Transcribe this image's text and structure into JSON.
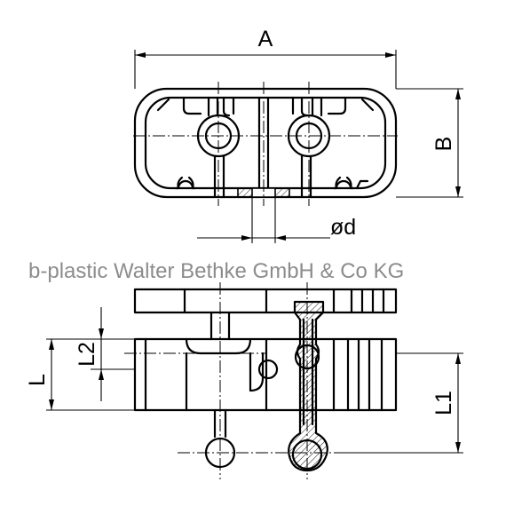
{
  "watermark": "b-plastic Walter Bethke GmbH & Co KG",
  "dimensions": {
    "width_label": "A",
    "height_label": "B",
    "bore_label": "ød",
    "side_length_label": "L",
    "side_l2_label": "L2",
    "side_l1_label": "L1"
  }
}
